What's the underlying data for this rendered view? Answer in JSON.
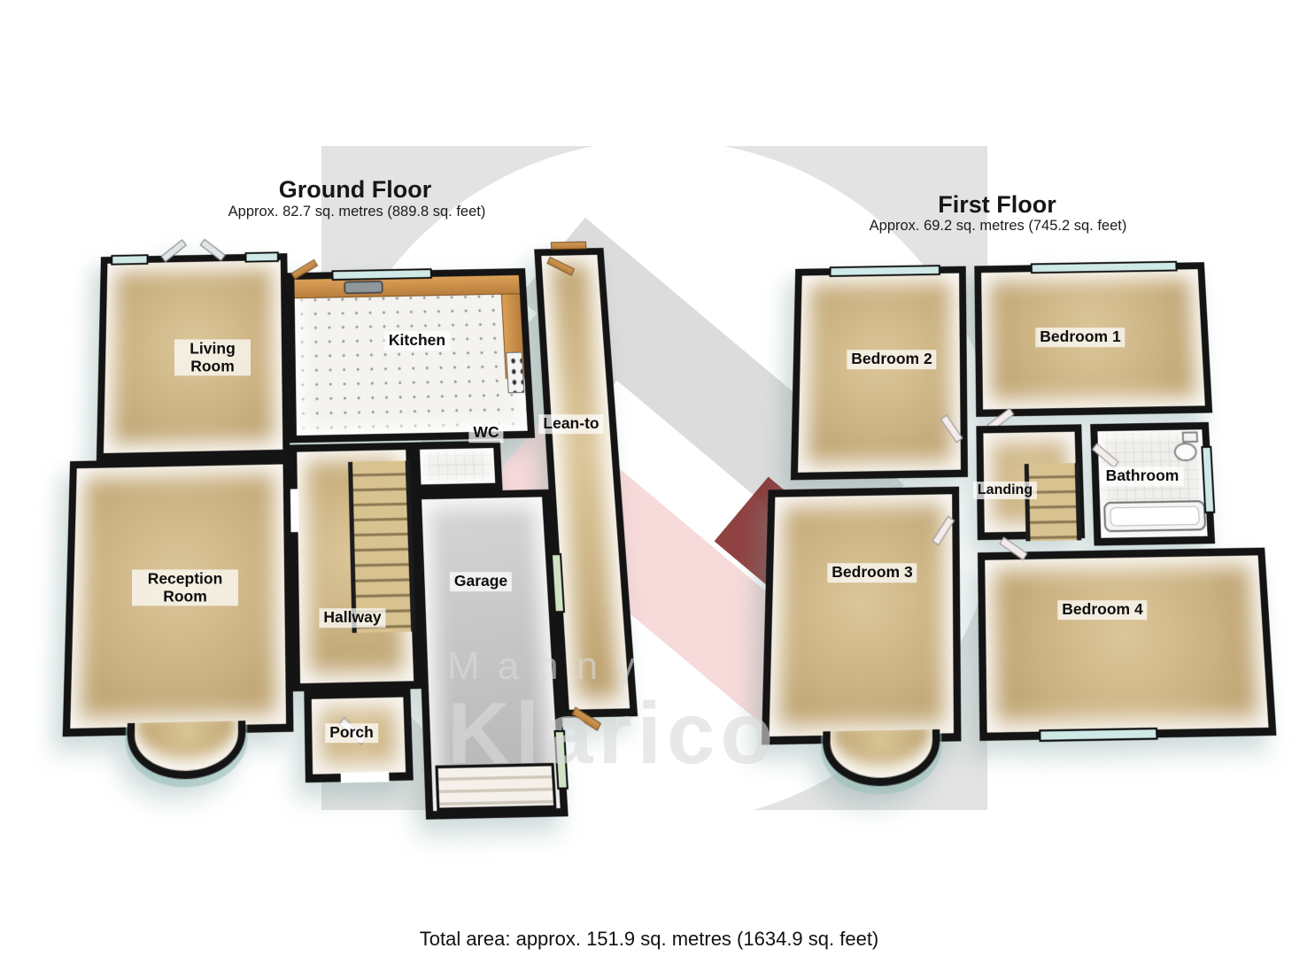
{
  "ground_floor": {
    "title": "Ground Floor",
    "subtitle": "Approx. 82.7 sq. metres (889.8 sq. feet)",
    "rooms": {
      "living_room": "Living Room",
      "kitchen": "Kitchen",
      "wc": "WC",
      "lean_to": "Lean-to",
      "reception_room": "Reception Room",
      "hallway": "Hallway",
      "porch": "Porch",
      "garage": "Garage"
    }
  },
  "first_floor": {
    "title": "First Floor",
    "subtitle": "Approx. 69.2 sq. metres (745.2 sq. feet)",
    "rooms": {
      "bedroom_1": "Bedroom 1",
      "bedroom_2": "Bedroom 2",
      "bedroom_3": "Bedroom 3",
      "bedroom_4": "Bedroom 4",
      "landing": "Landing",
      "bathroom": "Bathroom"
    }
  },
  "watermark": {
    "line1": "Manny",
    "line2": "Klarico"
  },
  "footer": {
    "total_area": "Total area: approx. 151.9 sq. metres (1634.9 sq. feet)"
  },
  "colors": {
    "floor_tan": "#cdb27f",
    "wall_black": "#141414",
    "window_glass": "#cfe9e6",
    "door_wood": "#c08a45",
    "garage_floor": "#c6c6c6",
    "backdrop_gray": "#e3e3e3",
    "logo_gray": "#dcdcdc",
    "logo_pink": "#f7dada",
    "logo_dark_red": "#7c2020"
  }
}
